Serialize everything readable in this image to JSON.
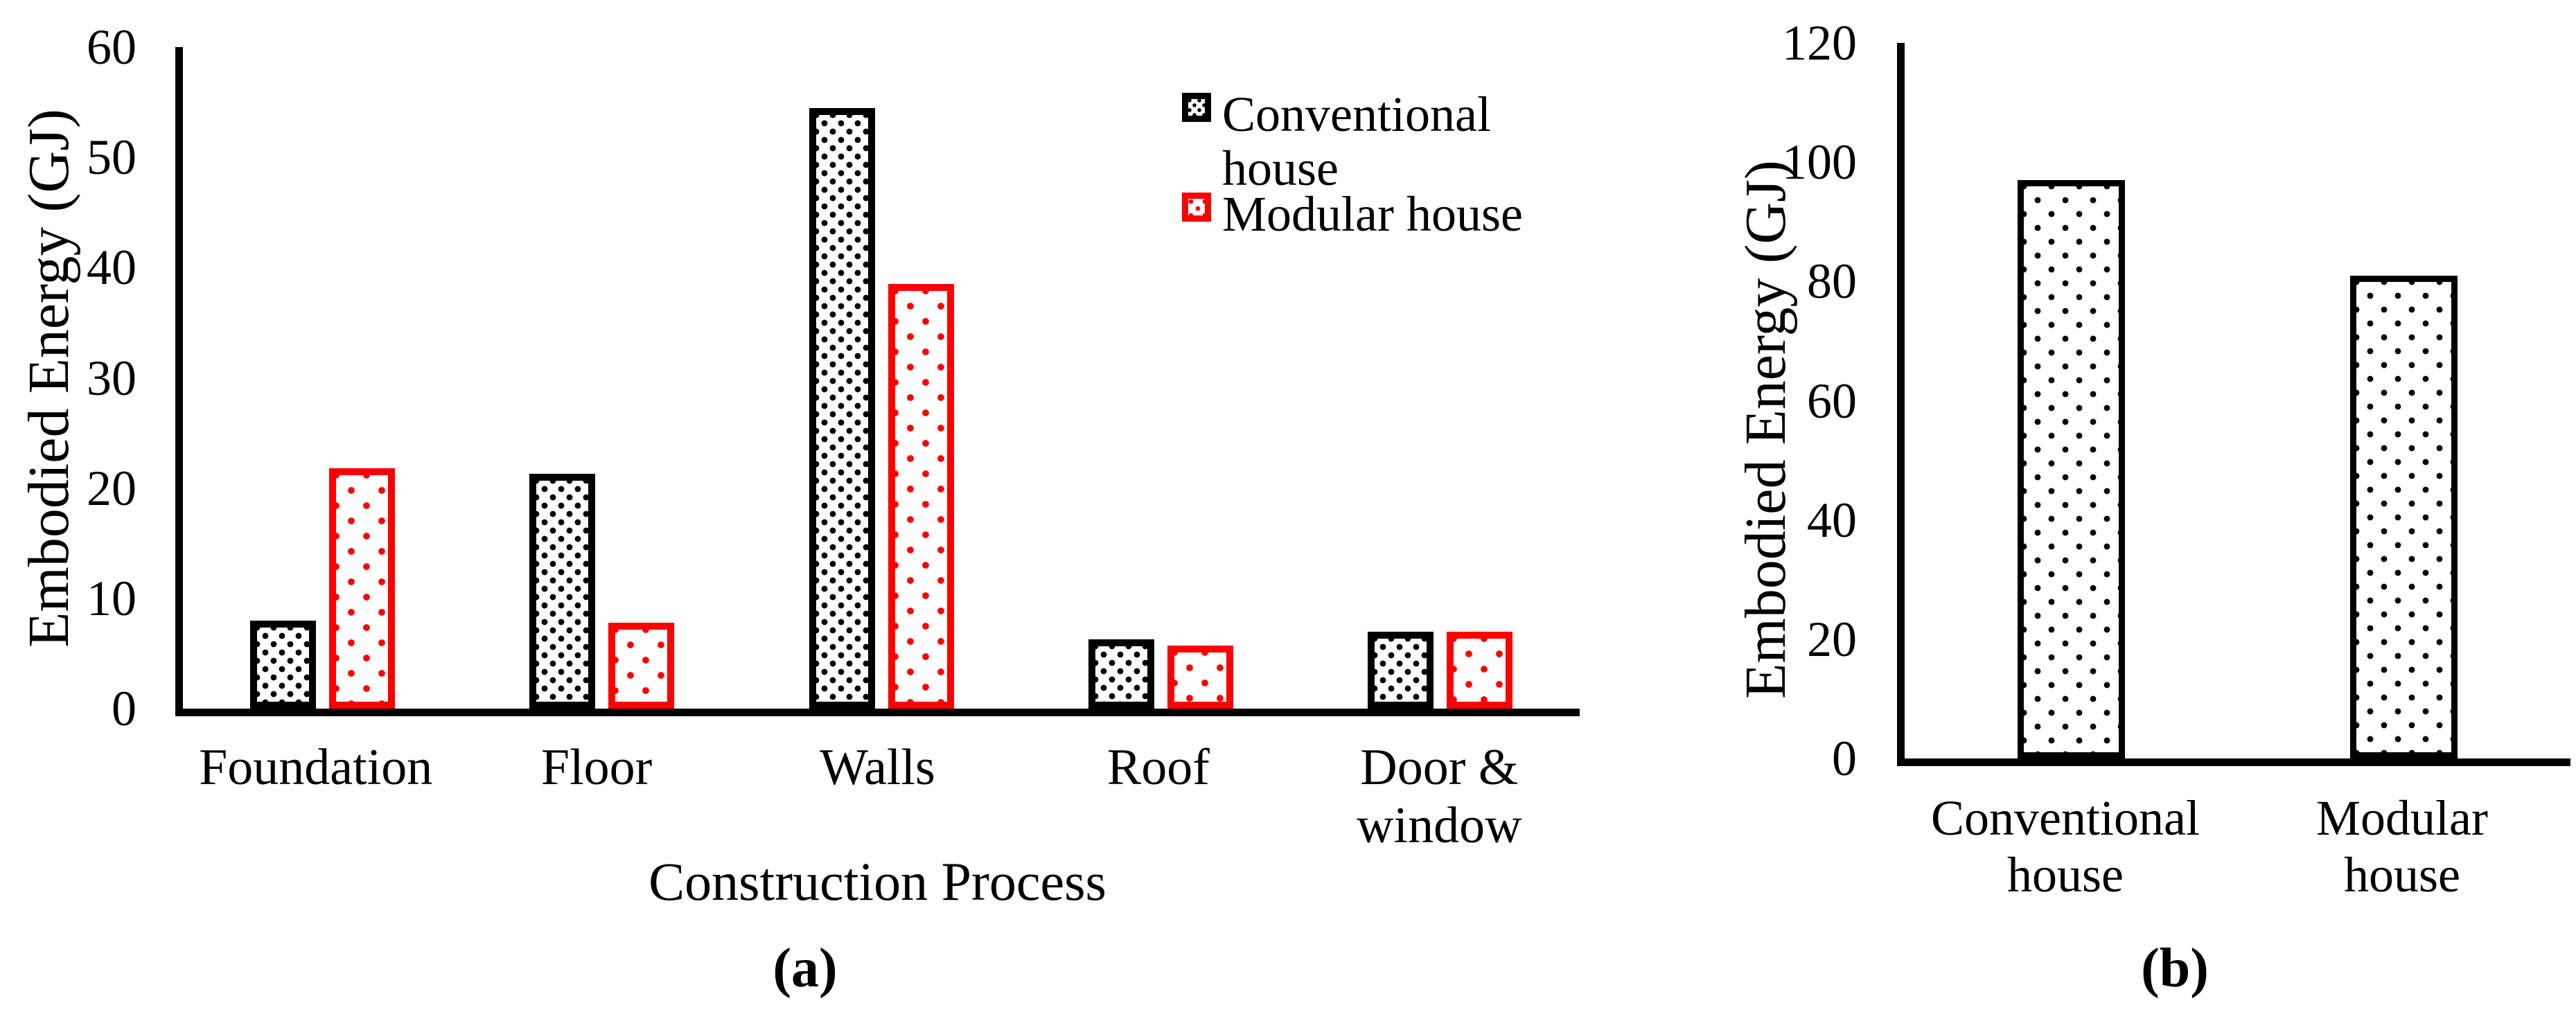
{
  "figure": {
    "background": "#ffffff",
    "ink_color": "#000000",
    "accent_red": "#ff0000"
  },
  "chart_data": [
    {
      "id": "a",
      "type": "bar",
      "caption": "(a)",
      "xlabel": "Construction Process",
      "ylabel": "Embodied Energy (GJ)",
      "ylim": [
        0,
        60
      ],
      "yticks": [
        0,
        10,
        20,
        30,
        40,
        50,
        60
      ],
      "grid": false,
      "legend_position": "top-right",
      "categories": [
        "Foundation",
        "Floor",
        "Walls",
        "Roof",
        "Door & window"
      ],
      "series": [
        {
          "name": "Conventional house",
          "color": "#000000",
          "pattern": "black-dense",
          "values": [
            8,
            21.3,
            54.5,
            6.3,
            7
          ]
        },
        {
          "name": "Modular house",
          "color": "#ff0000",
          "pattern": "red-sparse",
          "values": [
            21.8,
            7.8,
            38.5,
            5.7,
            7
          ]
        }
      ]
    },
    {
      "id": "b",
      "type": "bar",
      "caption": "(b)",
      "xlabel": "",
      "ylabel": "Embodied Energy (GJ)",
      "ylim": [
        0,
        120
      ],
      "yticks": [
        0,
        20,
        40,
        60,
        80,
        100,
        120
      ],
      "grid": false,
      "legend_position": "none",
      "categories": [
        "Conventional house",
        "Modular house"
      ],
      "series": [
        {
          "name": "Embodied energy",
          "color": "#000000",
          "pattern": "black-sparse",
          "values": [
            97,
            81
          ]
        }
      ]
    }
  ]
}
